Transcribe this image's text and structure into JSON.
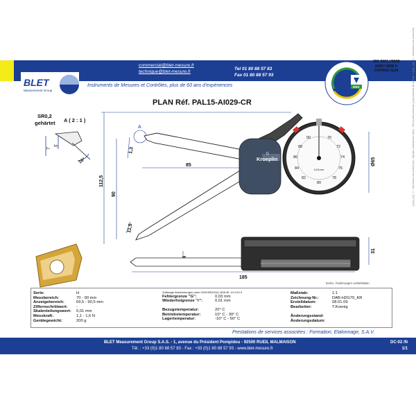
{
  "header": {
    "email1": "commercial@blet-mesure.fr",
    "email2": "technique@blet-mesure.fr",
    "tel": "Tel  01 80 88 57 83",
    "fax": "Fax 01 80 88 57 93",
    "logo_text": "BLET",
    "logo_sub": "Measurement Group",
    "tagline": "Instruments de Mesures et Contrôles, plus de 60 ans d'expériences",
    "cert_lines": [
      "ISO 9001 V2008",
      "41667-2008 fr",
      "COFRAC-QUA"
    ],
    "dnv": "DNV"
  },
  "drawing": {
    "title": "PLAN  Réf. PAL15-AI029-CR",
    "sr_label": "SR0,2",
    "hardened": "gehärtet",
    "detail": "A ( 2 : 1 )",
    "detail_marker": "A",
    "dims": {
      "d5": "5",
      "d7": "7",
      "d16": "16°",
      "d13": "1,3",
      "d85": "85",
      "d112": "112,5",
      "d90": "90",
      "d115": "11,5",
      "d4": "4",
      "d185": "185",
      "d31": "31",
      "d65": "Ø65"
    },
    "brand": "Kroeplin",
    "brand_tag": "G",
    "dial_numbers": [
      "90",
      "88",
      "86",
      "84",
      "82",
      "70",
      "72",
      "74",
      "76",
      "78",
      "80"
    ],
    "dial_unit": "0,01mm",
    "tech_note": "techn. Änderungen vorbehalten"
  },
  "specs": {
    "left": [
      {
        "k": "Serie:",
        "v": "H"
      },
      {
        "k": "Messbereich:",
        "v": "70 - 90 mm"
      },
      {
        "k": "Anzeigebereich:",
        "v": "69,5 - 90,5 mm"
      },
      {
        "k": "Ziffernschrittwert:",
        "v": "-"
      },
      {
        "k": "Skalenteilungswert:",
        "v": "0,01 mm"
      },
      {
        "k": "Messkraft:",
        "v": "1,1 - 1,6 N"
      },
      {
        "k": "Gerätegewicht:",
        "v": "200 g"
      }
    ],
    "mid_note": "Zulässige Abweichungen nach VDI/VDE/DGQ 2618 Bl. 13.1/13.3",
    "mid": [
      {
        "k": "Fehlergrenze \"G\":",
        "v": "0,03 mm"
      },
      {
        "k": "Wiederholgrenze \"r\":",
        "v": "0,01 mm"
      },
      {
        "k": "",
        "v": ""
      },
      {
        "k": "Bezugstemperatur:",
        "v": "20° C"
      },
      {
        "k": "Betriebstemperatur:",
        "v": "10° C - 30° C"
      },
      {
        "k": "Lagertemperatur:",
        "v": "-10° C - 50° C"
      }
    ],
    "right": [
      {
        "k": "Maßstab:",
        "v": "1:1"
      },
      {
        "k": "Zeichnung-Nr.:",
        "v": "DAB-H2G70_KR"
      },
      {
        "k": "Erstelldatum:",
        "v": "08.01.09"
      },
      {
        "k": "Bearbeiter:",
        "v": "T.Koenig"
      },
      {
        "k": "",
        "v": ""
      },
      {
        "k": "Änderungsstand:",
        "v": ""
      },
      {
        "k": "Änderungsdatum:",
        "v": ""
      }
    ]
  },
  "services": "Prestations de services associées : Formation, Etalonnage, S.A.V.",
  "footer": {
    "line1": "BLET  Measurement Group S.A.S. - 1, avenue du Président Pompidou - 92500 RUEIL MALMAISON",
    "line2": "Tél. : +33 (0)1 80 88 57 83 - Fax : +33 (0)1 80 88 57 93 - www.blet-mesure.fr",
    "code": "DC-02 /N",
    "page": "1/1"
  },
  "side_text": "Document non contractuel - © 2017 BLET - Modèle de données BLET Measurement Group - Toute reproduction interdite - Document non contractuel - © 2017 BLET"
}
